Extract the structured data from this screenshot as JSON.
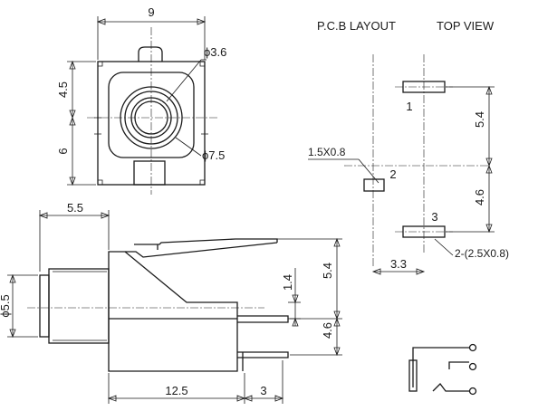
{
  "header": {
    "pcb_layout": "P.C.B LAYOUT",
    "top_view": "TOP VIEW"
  },
  "front_view": {
    "width_dim": "9",
    "upper_height_dim": "4.5",
    "lower_height_dim": "6",
    "inner_diameter": "ϕ3.6",
    "outer_diameter": "ϕ7.5"
  },
  "side_view": {
    "offset_dim": "5.5",
    "barrel_diameter": "ϕ5.5",
    "pin_gap_dim": "1.4",
    "upper_pitch_dim": "5.4",
    "lower_pitch_dim": "4.6",
    "body_length_dim": "12.5",
    "pin_length_dim": "3"
  },
  "pcb": {
    "pin1_label": "1",
    "pin2_label": "2",
    "pin3_label": "3",
    "pad2_size": "1.5X0.8",
    "pad13_size": "2-(2.5X0.8)",
    "pitch_upper": "5.4",
    "pitch_lower": "4.6",
    "x_offset": "3.3"
  },
  "colors": {
    "ink": "#1a1a1a",
    "background": "#ffffff"
  }
}
